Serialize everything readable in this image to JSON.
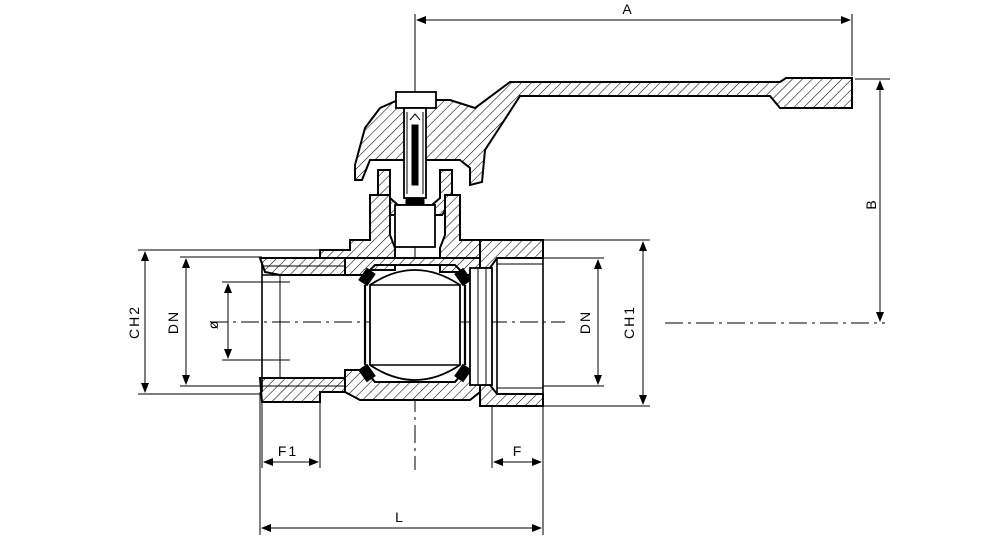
{
  "dimensions": {
    "a": "A",
    "b": "B",
    "ch1": "CH1",
    "ch2": "CH2",
    "dn_left": "DN",
    "dn_right": "DN",
    "bore": "ø",
    "f": "F",
    "f1": "F1",
    "l": "L"
  }
}
